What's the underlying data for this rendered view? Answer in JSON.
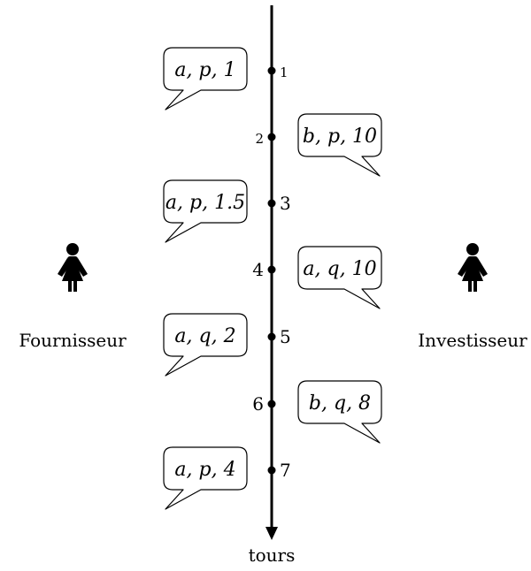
{
  "actors": {
    "left": {
      "label": "Fournisseur",
      "icon": "woman-icon"
    },
    "right": {
      "label": "Investisseur",
      "icon": "woman-icon"
    }
  },
  "timeline": {
    "label": "tours"
  },
  "rounds": [
    {
      "turn": "1",
      "side": "left",
      "text": "a, p, 1"
    },
    {
      "turn": "2",
      "side": "right",
      "text": "b, p, 10"
    },
    {
      "turn": "3",
      "side": "left",
      "text": "a, p, 1.5"
    },
    {
      "turn": "4",
      "side": "right",
      "text": "a, q, 10"
    },
    {
      "turn": "5",
      "side": "left",
      "text": "a, q, 2"
    },
    {
      "turn": "6",
      "side": "right",
      "text": "b, q, 8"
    },
    {
      "turn": "7",
      "side": "left",
      "text": "a, p, 4"
    }
  ]
}
